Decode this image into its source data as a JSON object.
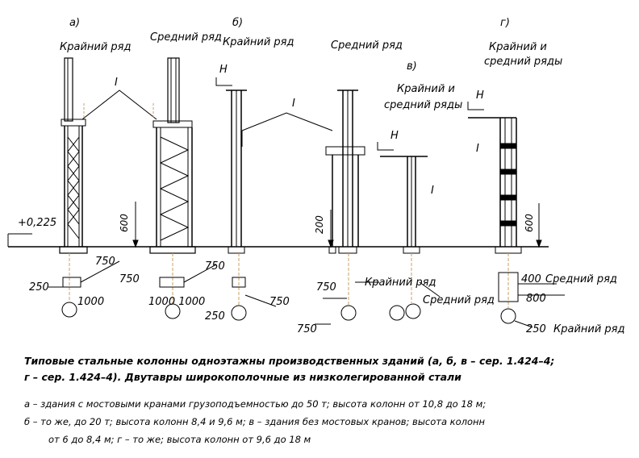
{
  "labels": {
    "a": "а)",
    "b": "б)",
    "v": "в)",
    "g": "г)",
    "extreme_row": "Крайний ряд",
    "middle_row": "Средний ряд",
    "extreme_middle_rows": "Крайний и",
    "extreme_middle_rows2": "средний ряды",
    "H": "Н",
    "I": "I",
    "level": "+0,225"
  },
  "dims": {
    "d600": "600",
    "d200": "200",
    "d750": "750",
    "d250": "250",
    "d1000": "1000",
    "d1000x2": "1000 1000",
    "d400": "400",
    "d800": "800"
  },
  "caption": {
    "line1": "Типовые стальные колонны одноэтажны производственных зданий (а, б, в – сер. 1.424–4;",
    "line2": "г – сер. 1.424–4). Двутавры широкополочные из низколегированной стали",
    "line3": "а – здания с мостовыми кранами грузоподъемностью до 50 т; высота колонн от 10,8 до 18 м;",
    "line4": "б – то же, до 20 т; высота колонн 8,4 и 9,6 м; в – здания без мостовых кранов; высота колонн",
    "line5": "от 6 до 8,4 м; г – то же; высота колонн от 9,6 до 18 м"
  }
}
